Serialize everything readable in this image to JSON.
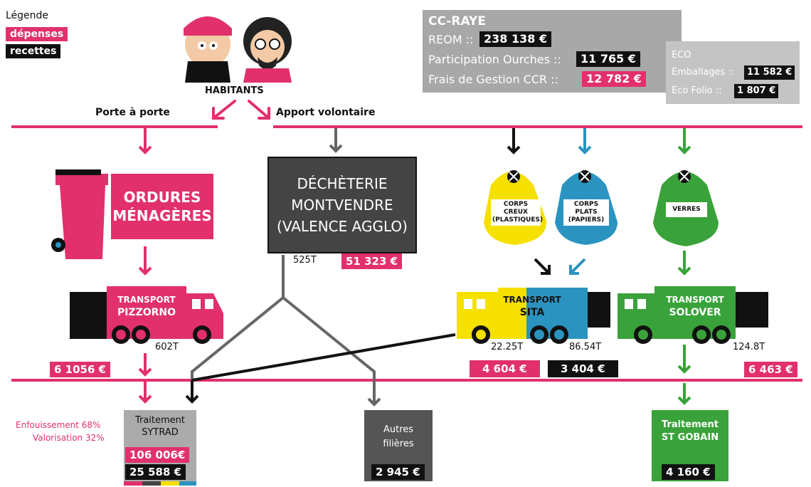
{
  "legend": {
    "title": "Légende",
    "expenses": "dépenses",
    "revenues": "recettes"
  },
  "residents": {
    "label": "HABITANTS"
  },
  "collection": {
    "door_to_door": "Porte à porte",
    "drop_off": "Apport volontaire"
  },
  "cc_raye": {
    "title": "CC-RAYE",
    "reom_label": "REOM ::",
    "reom_value": "238 138 €",
    "ourches_label": "Participation Ourches ::",
    "ourches_value": "11 765 €",
    "ccr_label": "Frais de Gestion CCR ::",
    "ccr_value": "12 782 €"
  },
  "eco": {
    "title": "ECO",
    "packaging_label": "Emballages ::",
    "packaging_value": "11 582 €",
    "folio_label": "Eco Folio ::",
    "folio_value": "1 807 €"
  },
  "household_waste": {
    "line1": "ORDURES",
    "line2": "MÉNAGÈRES"
  },
  "dump": {
    "line1": "DÉCHÈTERIE",
    "line2": "MONTVENDRE",
    "line3": "(VALENCE AGGLO)",
    "tonnage": "525T",
    "cost": "51 323 €"
  },
  "bins": {
    "hollow": {
      "line1": "CORPS CREUX",
      "line2": "(PLASTIQUES)"
    },
    "flat": {
      "line1": "CORPS PLATS",
      "line2": "(PAPIERS)"
    },
    "glass": {
      "line1": "VERRES"
    }
  },
  "trucks": {
    "pizzorno": {
      "line1": "TRANSPORT",
      "line2": "PIZZORNO",
      "tonnage": "602T",
      "cost": "6 1056 €"
    },
    "sita": {
      "line1": "TRANSPORT",
      "line2": "SITA",
      "tonnage_a": "22.25T",
      "tonnage_b": "86.54T",
      "cost_a": "4 604 €",
      "cost_b": "3 404 €"
    },
    "solover": {
      "line1": "TRANSPORT",
      "line2": "SOLOVER",
      "tonnage": "124.8T",
      "cost": "6 463 €"
    }
  },
  "treatment": {
    "split_a": "Enfouissement 68%",
    "split_b": "Valorisation 32%",
    "sytrad": {
      "line1": "Traitement",
      "line2": "SYTRAD",
      "expense": "106 006€",
      "revenue": "25 588 €"
    },
    "other": {
      "line1": "Autres",
      "line2": "filières",
      "value": "2 945 €"
    },
    "gobain": {
      "line1": "Traitement",
      "line2": "ST GOBAIN",
      "value": "4 160 €"
    }
  },
  "colors": {
    "pink": "#e1306c",
    "black": "#111111",
    "gray": "#4a4a4a",
    "yellow": "#f5e000",
    "blue": "#2b93c0",
    "green": "#3aa23a"
  }
}
